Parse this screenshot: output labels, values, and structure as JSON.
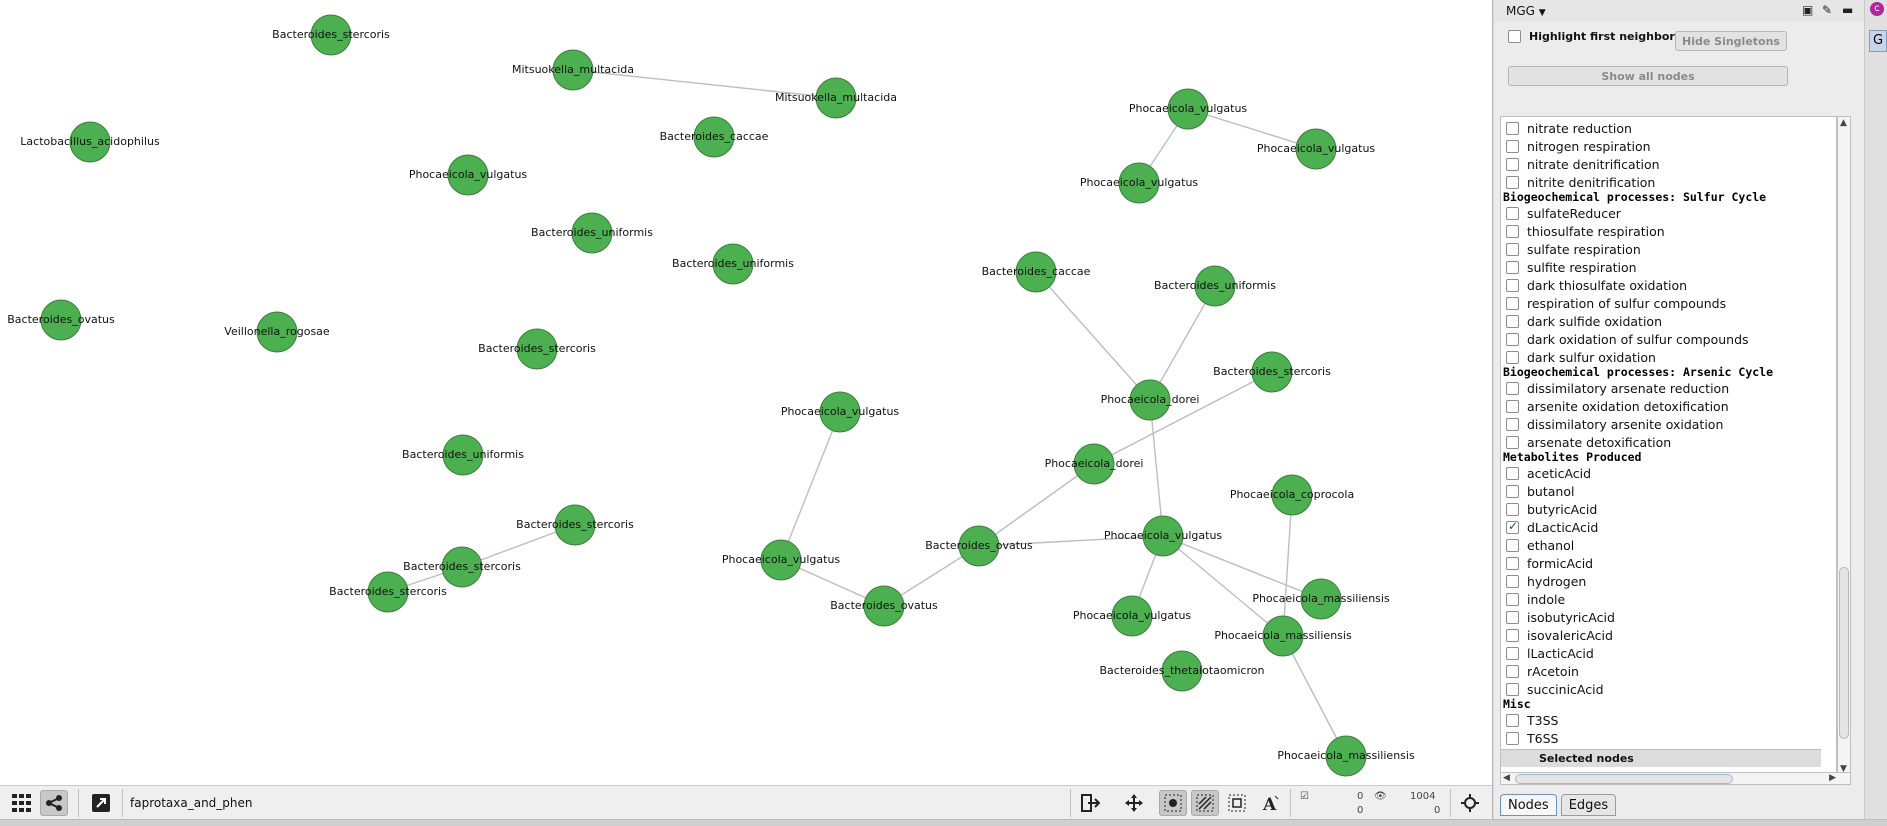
{
  "network": {
    "name": "faprotaxa_and_phen",
    "nodes": [
      {
        "id": "n1",
        "label": "Bacteroides_stercoris"
      },
      {
        "id": "n2",
        "label": "Mitsuokella_multacida"
      },
      {
        "id": "n3",
        "label": "Mitsuokella_multacida"
      },
      {
        "id": "n4",
        "label": "Lactobacillus_acidophilus"
      },
      {
        "id": "n5",
        "label": "Bacteroides_caccae"
      },
      {
        "id": "n6",
        "label": "Phocaeicola_vulgatus"
      },
      {
        "id": "n7",
        "label": "Phocaeicola_vulgatus"
      },
      {
        "id": "n8",
        "label": "Phocaeicola_vulgatus"
      },
      {
        "id": "n9",
        "label": "Phocaeicola_vulgatus"
      },
      {
        "id": "n10",
        "label": "Bacteroides_uniformis"
      },
      {
        "id": "n11",
        "label": "Bacteroides_uniformis"
      },
      {
        "id": "n12",
        "label": "Bacteroides_caccae"
      },
      {
        "id": "n13",
        "label": "Bacteroides_uniformis"
      },
      {
        "id": "n14",
        "label": "Bacteroides_ovatus"
      },
      {
        "id": "n15",
        "label": "Veillonella_rogosae"
      },
      {
        "id": "n16",
        "label": "Bacteroides_stercoris"
      },
      {
        "id": "n17",
        "label": "Phocaeicola_dorei"
      },
      {
        "id": "n18",
        "label": "Bacteroides_stercoris"
      },
      {
        "id": "n19",
        "label": "Phocaeicola_vulgatus"
      },
      {
        "id": "n20",
        "label": "Phocaeicola_dorei"
      },
      {
        "id": "n21",
        "label": "Bacteroides_uniformis"
      },
      {
        "id": "n22",
        "label": "Phocaeicola_coprocola"
      },
      {
        "id": "n23",
        "label": "Bacteroides_stercoris"
      },
      {
        "id": "n24",
        "label": "Bacteroides_ovatus"
      },
      {
        "id": "n25",
        "label": "Phocaeicola_vulgatus"
      },
      {
        "id": "n26",
        "label": "Bacteroides_stercoris"
      },
      {
        "id": "n27",
        "label": "Phocaeicola_vulgatus"
      },
      {
        "id": "n28",
        "label": "Phocaeicola_massiliensis"
      },
      {
        "id": "n29",
        "label": "Bacteroides_stercoris"
      },
      {
        "id": "n30",
        "label": "Bacteroides_ovatus"
      },
      {
        "id": "n31",
        "label": "Phocaeicola_vulgatus"
      },
      {
        "id": "n32",
        "label": "Phocaeicola_massiliensis"
      },
      {
        "id": "n33",
        "label": "Bacteroides_thetaiotaomicron"
      },
      {
        "id": "n34",
        "label": "Phocaeicola_massiliensis"
      }
    ],
    "edges": [
      [
        "n2",
        "n3"
      ],
      [
        "n7",
        "n8"
      ],
      [
        "n7",
        "n9"
      ],
      [
        "n12",
        "n17"
      ],
      [
        "n13",
        "n17"
      ],
      [
        "n17",
        "n25"
      ],
      [
        "n18",
        "n20"
      ],
      [
        "n20",
        "n24"
      ],
      [
        "n24",
        "n25"
      ],
      [
        "n24",
        "n30"
      ],
      [
        "n19",
        "n27"
      ],
      [
        "n27",
        "n30"
      ],
      [
        "n23",
        "n26"
      ],
      [
        "n26",
        "n29"
      ],
      [
        "n25",
        "n31"
      ],
      [
        "n25",
        "n28"
      ],
      [
        "n25",
        "n32"
      ],
      [
        "n22",
        "n32"
      ],
      [
        "n32",
        "n34"
      ]
    ]
  },
  "toolbar": {
    "counts": {
      "selected_nodes": "0",
      "selected_edges": "0",
      "visible_nodes": "1004",
      "visible_edges": "0"
    }
  },
  "panel": {
    "title": "MGG",
    "highlight_label": "Highlight first neighbors",
    "hide_singletons": "Hide Singletons",
    "show_all": "Show all nodes",
    "items_top": [
      {
        "label": "nitrate reduction",
        "checked": false
      },
      {
        "label": "nitrogen respiration",
        "checked": false
      },
      {
        "label": "nitrate denitrification",
        "checked": false
      },
      {
        "label": "nitrite denitrification",
        "checked": false
      }
    ],
    "sulfur_header": "Biogeochemical processes: Sulfur Cycle",
    "sulfur_items": [
      {
        "label": "sulfateReducer",
        "checked": false
      },
      {
        "label": "thiosulfate respiration",
        "checked": false
      },
      {
        "label": "sulfate respiration",
        "checked": false
      },
      {
        "label": "sulfite respiration",
        "checked": false
      },
      {
        "label": "dark thiosulfate oxidation",
        "checked": false
      },
      {
        "label": "respiration of sulfur compounds",
        "checked": false
      },
      {
        "label": "dark sulfide oxidation",
        "checked": false
      },
      {
        "label": "dark oxidation of sulfur compounds",
        "checked": false
      },
      {
        "label": "dark sulfur oxidation",
        "checked": false
      }
    ],
    "arsenic_header": "Biogeochemical processes: Arsenic Cycle",
    "arsenic_items": [
      {
        "label": "dissimilatory arsenate reduction",
        "checked": false
      },
      {
        "label": "arsenite oxidation detoxification",
        "checked": false
      },
      {
        "label": "dissimilatory arsenite oxidation",
        "checked": false
      },
      {
        "label": "arsenate detoxification",
        "checked": false
      }
    ],
    "metabolites_header": "Metabolites Produced",
    "metabolite_items": [
      {
        "label": "aceticAcid",
        "checked": false
      },
      {
        "label": "butanol",
        "checked": false
      },
      {
        "label": "butyricAcid",
        "checked": false
      },
      {
        "label": "dLacticAcid",
        "checked": true
      },
      {
        "label": "ethanol",
        "checked": false
      },
      {
        "label": "formicAcid",
        "checked": false
      },
      {
        "label": "hydrogen",
        "checked": false
      },
      {
        "label": "indole",
        "checked": false
      },
      {
        "label": "isobutyricAcid",
        "checked": false
      },
      {
        "label": "isovalericAcid",
        "checked": false
      },
      {
        "label": "lLacticAcid",
        "checked": false
      },
      {
        "label": "rAcetoin",
        "checked": false
      },
      {
        "label": "succinicAcid",
        "checked": false
      }
    ],
    "misc_header": "Misc",
    "misc_items": [
      {
        "label": "T3SS",
        "checked": false
      },
      {
        "label": "T6SS",
        "checked": false
      }
    ],
    "selected_nodes_label": "Selected nodes",
    "tabs": [
      {
        "label": "Nodes",
        "active": true
      },
      {
        "label": "Edges",
        "active": false
      }
    ]
  },
  "colors": {
    "node_fill": "#4caf50",
    "edge": "#bdbdbd",
    "accent": "#6d8fbf"
  }
}
